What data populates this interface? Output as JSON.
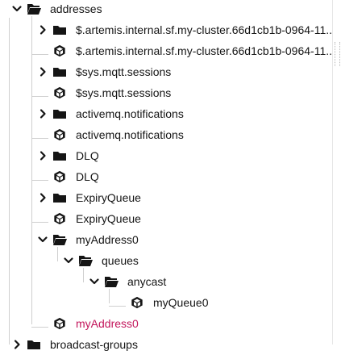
{
  "colors": {
    "icon": "#151515",
    "selected_text": "#c3165c",
    "guide": "#cfcfcf"
  },
  "tree": [
    {
      "label": "addresses",
      "depth": 0,
      "type": "folder-open",
      "toggle": "expanded"
    },
    {
      "label": "$.artemis.internal.sf.my-cluster.66d1cb1b-0964-11...",
      "depth": 1,
      "type": "folder",
      "toggle": "collapsed"
    },
    {
      "label": "$.artemis.internal.sf.my-cluster.66d1cb1b-0964-11...",
      "depth": 1,
      "type": "cube",
      "toggle": "none"
    },
    {
      "label": "$sys.mqtt.sessions",
      "depth": 1,
      "type": "folder",
      "toggle": "collapsed"
    },
    {
      "label": "$sys.mqtt.sessions",
      "depth": 1,
      "type": "cube",
      "toggle": "none"
    },
    {
      "label": "activemq.notifications",
      "depth": 1,
      "type": "folder",
      "toggle": "collapsed"
    },
    {
      "label": "activemq.notifications",
      "depth": 1,
      "type": "cube",
      "toggle": "none"
    },
    {
      "label": "DLQ",
      "depth": 1,
      "type": "folder",
      "toggle": "collapsed"
    },
    {
      "label": "DLQ",
      "depth": 1,
      "type": "cube",
      "toggle": "none"
    },
    {
      "label": "ExpiryQueue",
      "depth": 1,
      "type": "folder",
      "toggle": "collapsed"
    },
    {
      "label": "ExpiryQueue",
      "depth": 1,
      "type": "cube",
      "toggle": "none"
    },
    {
      "label": "myAddress0",
      "depth": 1,
      "type": "folder-open",
      "toggle": "expanded"
    },
    {
      "label": "queues",
      "depth": 2,
      "type": "folder-open",
      "toggle": "expanded"
    },
    {
      "label": "anycast",
      "depth": 3,
      "type": "folder-open",
      "toggle": "expanded"
    },
    {
      "label": "myQueue0",
      "depth": 4,
      "type": "cube",
      "toggle": "none"
    },
    {
      "label": "myAddress0",
      "depth": 1,
      "type": "cube",
      "toggle": "none",
      "selected": true
    },
    {
      "label": "broadcast-groups",
      "depth": 0,
      "type": "folder",
      "toggle": "collapsed"
    }
  ]
}
